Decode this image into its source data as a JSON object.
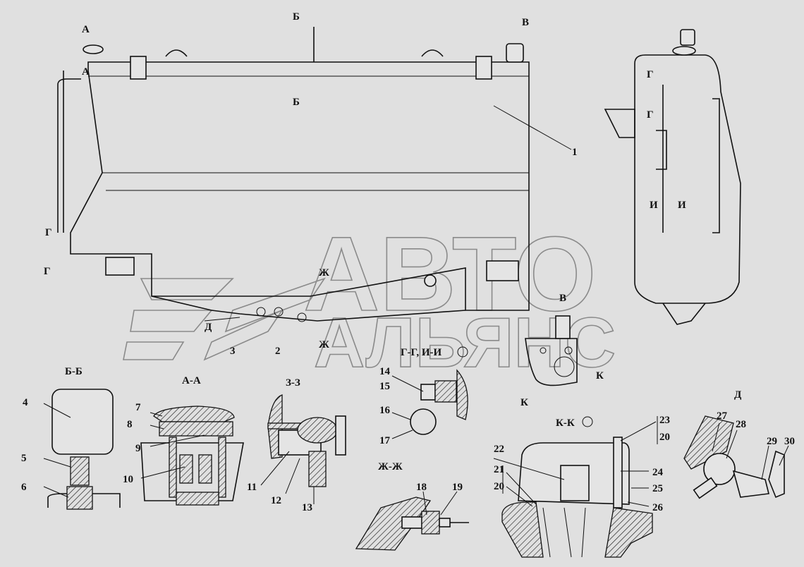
{
  "watermark": {
    "line1": "АВТО",
    "line2": "АЛЬЯНС"
  },
  "main_view": {
    "labels": [
      "А",
      "А",
      "Б",
      "Б",
      "В",
      "1",
      "Г",
      "Г",
      "Д",
      "3",
      "2",
      "Ж",
      "Ж"
    ]
  },
  "side_view": {
    "labels": [
      "Г",
      "Г",
      "И",
      "И"
    ]
  },
  "view_v": {
    "title": "В",
    "labels": [
      "К",
      "К"
    ]
  },
  "section_titles": {
    "bb": "Б-Б",
    "aa": "А-А",
    "zz": "З-З",
    "gg_ii": "Г-Г, И-И",
    "zhzh": "Ж-Ж",
    "kk": "К-К",
    "d": "Д"
  },
  "callouts": [
    "4",
    "5",
    "6",
    "7",
    "8",
    "9",
    "10",
    "11",
    "12",
    "13",
    "14",
    "15",
    "16",
    "17",
    "18",
    "19",
    "20",
    "20",
    "21",
    "22",
    "23",
    "24",
    "25",
    "26",
    "27",
    "28",
    "29",
    "30"
  ]
}
